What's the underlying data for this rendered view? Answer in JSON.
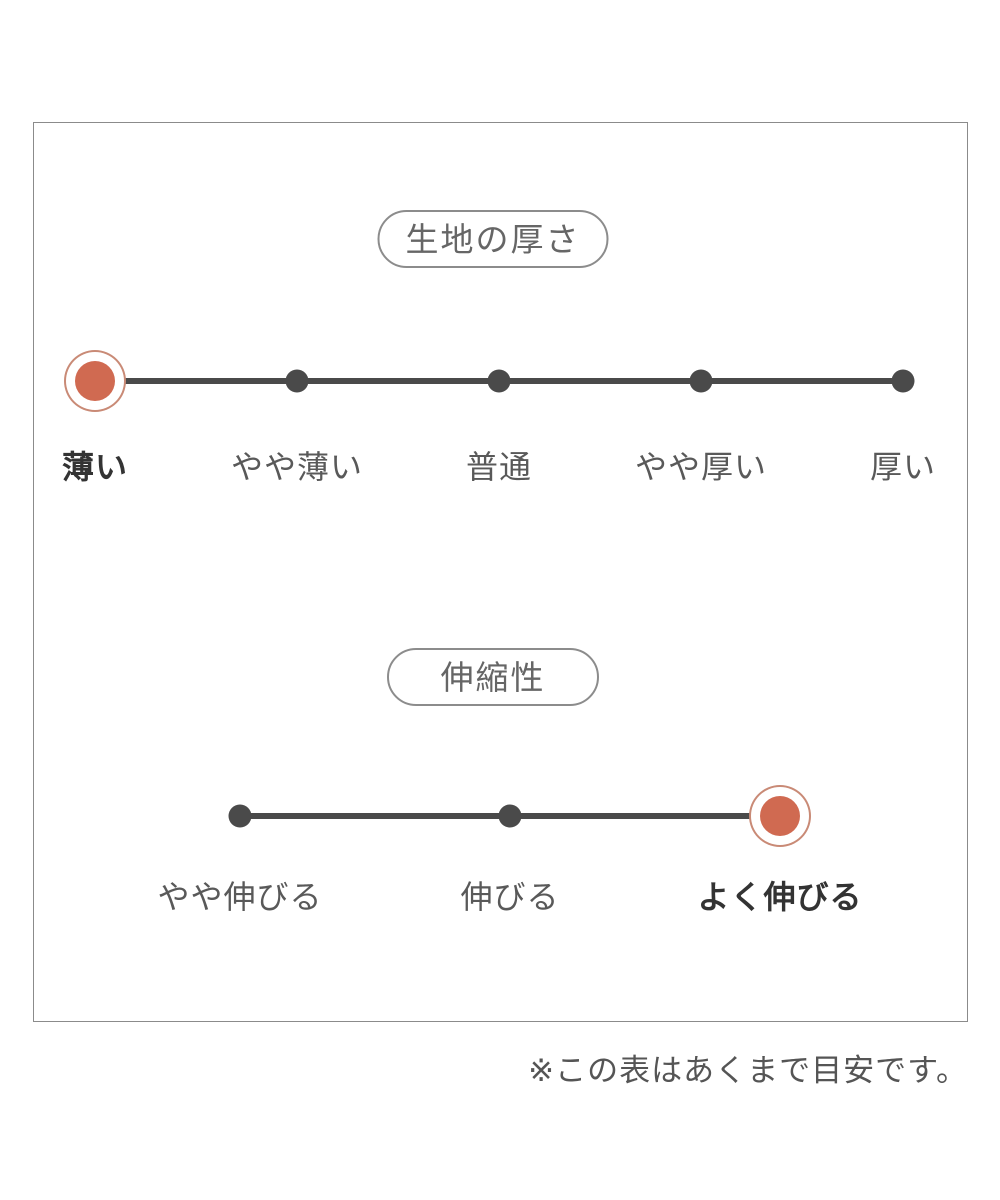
{
  "colors": {
    "accent": "#d06a51",
    "accent_ring": "#c98a76",
    "track": "#4a4a4a",
    "label": "#595959",
    "label_selected": "#333333",
    "pill_border": "#8c8c8c",
    "pill_text": "#666666",
    "frame_border": "#8b8b8b",
    "note_text": "#555555"
  },
  "chart_data": [
    {
      "type": "line",
      "title": "生地の厚さ",
      "categories": [
        "薄い",
        "やや薄い",
        "普通",
        "やや厚い",
        "厚い"
      ],
      "selected_index": 0,
      "selected_label": "薄い",
      "marker": "filled-dot-with-ring",
      "legend_position": "none"
    },
    {
      "type": "line",
      "title": "伸縮性",
      "categories": [
        "やや伸びる",
        "伸びる",
        "よく伸びる"
      ],
      "selected_index": 2,
      "selected_label": "よく伸びる",
      "marker": "filled-dot-with-ring",
      "legend_position": "none"
    }
  ],
  "note": "※この表はあくまで目安です。"
}
